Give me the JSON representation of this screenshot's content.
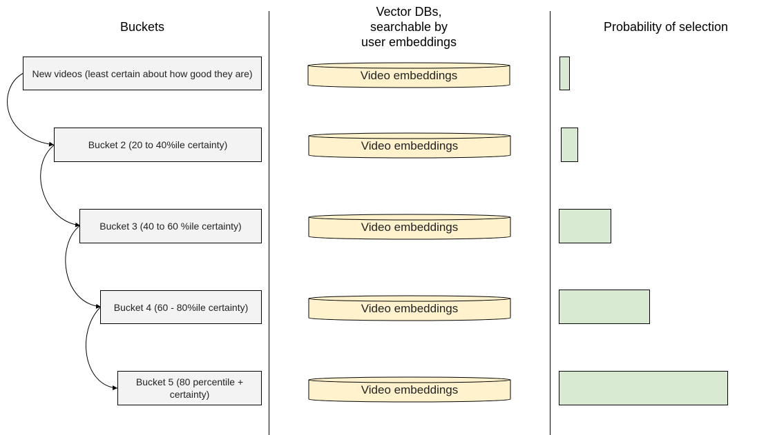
{
  "columns": {
    "buckets_title": "Buckets",
    "vector_title_lines": [
      "Vector DBs,",
      "searchable by",
      "user embeddings"
    ],
    "probability_title": "Probability of selection"
  },
  "buckets": [
    {
      "label": "New videos (least certain about how good they are)"
    },
    {
      "label": "Bucket 2 (20 to 40%ile certainty)"
    },
    {
      "label": "Bucket 3 (40 to 60 %ile certainty)"
    },
    {
      "label": "Bucket 4 (60 - 80%ile certainty)"
    },
    {
      "label": "Bucket 5 (80 percentile + certainty)"
    }
  ],
  "databases": [
    {
      "label": "Video embeddings"
    },
    {
      "label": "Video embeddings"
    },
    {
      "label": "Video embeddings"
    },
    {
      "label": "Video embeddings"
    },
    {
      "label": "Video embeddings"
    }
  ],
  "probability_bars": [
    {
      "relative_size": 0.06
    },
    {
      "relative_size": 0.1
    },
    {
      "relative_size": 0.31
    },
    {
      "relative_size": 0.54
    },
    {
      "relative_size": 1.0
    }
  ],
  "colors": {
    "bucket_fill": "#f3f3f3",
    "db_fill": "#fff2cc",
    "bar_fill": "#d9ead3",
    "stroke": "#000000"
  }
}
